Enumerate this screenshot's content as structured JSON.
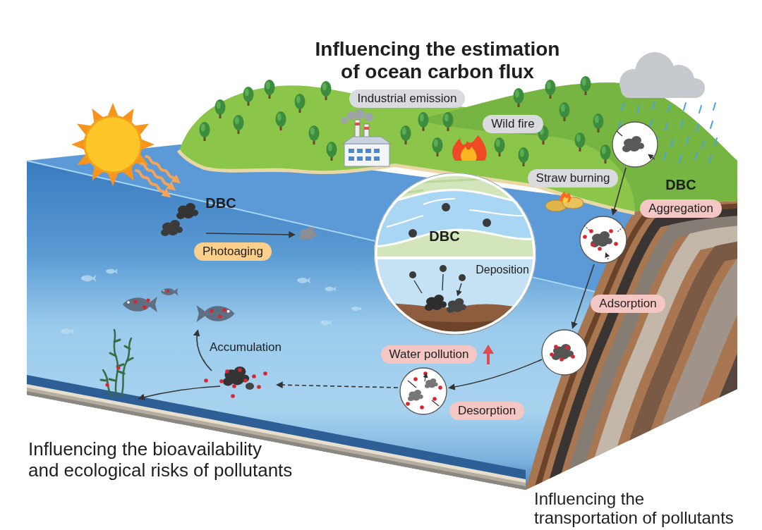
{
  "diagram": {
    "title": "Influencing the estimation of ocean carbon flux",
    "nodes": [
      {
        "text": [
          "Industrial emission"
        ]
      },
      {
        "text": [
          "Wild fire"
        ]
      },
      {
        "text": [
          "Straw burning"
        ]
      },
      {
        "text": [
          "Photoaging"
        ]
      },
      {
        "text": [
          "DBC",
          "Deposition"
        ]
      },
      {
        "text": [
          "Aggregation"
        ]
      },
      {
        "text": [
          "Adsorption"
        ]
      },
      {
        "text": [
          "Water pollution"
        ]
      },
      {
        "text": [
          "Desorption"
        ]
      }
    ],
    "labels": [
      "DBC",
      "DBC",
      "Accumulation",
      "Influencing the bioavailability and ecological risks of pollutants",
      "Influencing the transportation of pollutants"
    ]
  }
}
